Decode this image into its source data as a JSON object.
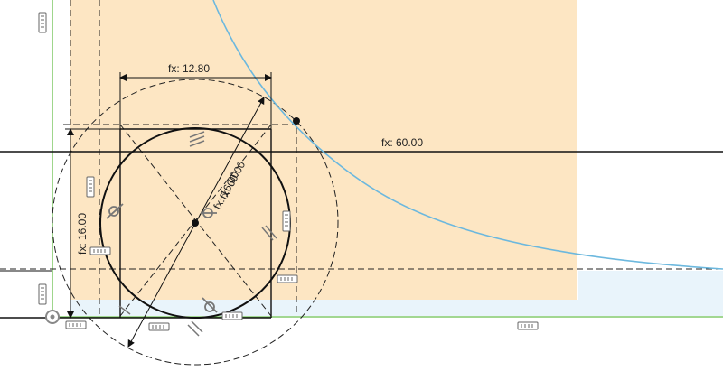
{
  "sketch": {
    "dimensions": {
      "horizontal_width": "fx: 12.80",
      "horizontal_long": "fx: 60.00",
      "vertical_height": "fx: 16.00",
      "diameter": "fx: 16.00",
      "overlap_label": "fx: 60.00"
    }
  },
  "colors": {
    "profile_fill": "#fde6c3",
    "light_region": "#e9f4fb",
    "curve": "#6cb8de",
    "axis_green": "#6bbf4f",
    "geometry": "#111111"
  },
  "constraint_icons": [
    "horizontal-constraint-icon",
    "vertical-constraint-icon",
    "parallel-constraint-icon",
    "tangent-constraint-icon",
    "coincident-constraint-icon",
    "origin-icon"
  ]
}
